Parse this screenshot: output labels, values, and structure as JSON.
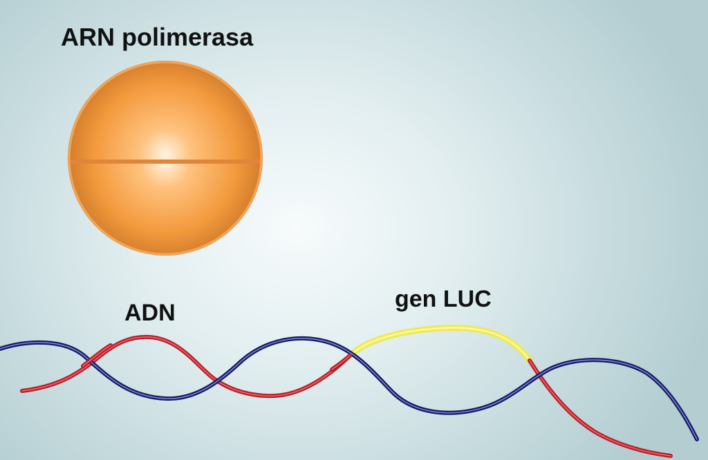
{
  "labels": {
    "rna_polymerase": "ARN polimerasa",
    "dna": "ADN",
    "gene": "gen LUC"
  },
  "colors": {
    "polymerase_orange": "#f29a3c",
    "strand_red": "#c8232c",
    "strand_navy": "#1a1f6e",
    "gene_yellow": "#f2ef6a"
  }
}
